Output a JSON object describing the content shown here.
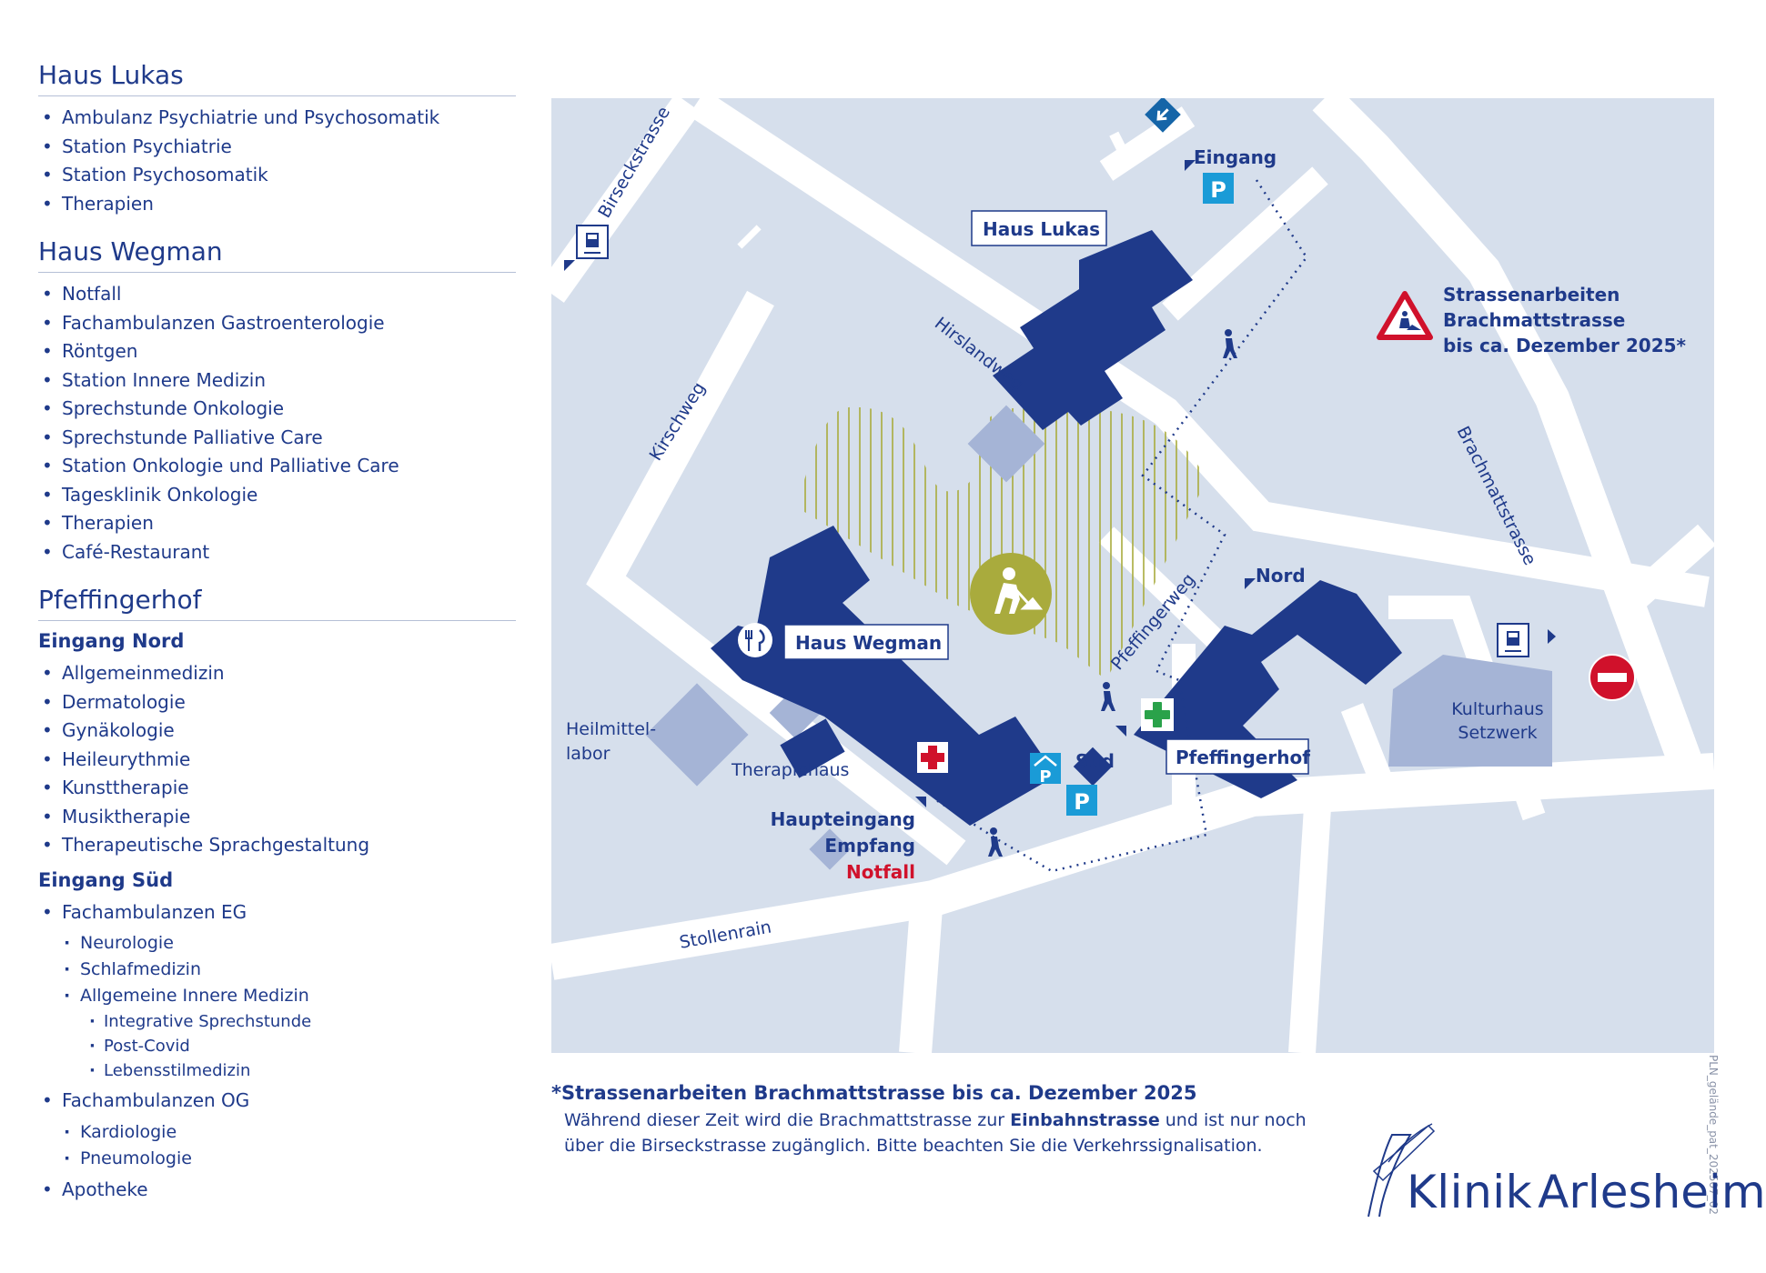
{
  "legend": {
    "haus_lukas": {
      "title": "Haus Lukas",
      "items": [
        "Ambulanz Psychiatrie und Psychosomatik",
        "Station Psychiatrie",
        "Station Psychosomatik",
        "Therapien"
      ]
    },
    "haus_wegman": {
      "title": "Haus Wegman",
      "items": [
        "Notfall",
        "Fachambulanzen Gastroenterologie",
        "Röntgen",
        "Station Innere Medizin",
        "Sprechstunde Onkologie",
        "Sprechstunde Palliative Care",
        "Station Onkologie und Palliative Care",
        "Tagesklinik Onkologie",
        "Therapien",
        "Café-Restaurant"
      ]
    },
    "pfeffingerhof": {
      "title": "Pfeffingerhof",
      "nord_heading": "Eingang Nord",
      "nord_items": [
        "Allgemeinmedizin",
        "Dermatologie",
        "Gynäkologie",
        "Heileurythmie",
        "Kunsttherapie",
        "Musiktherapie",
        "Therapeutische Sprachgestaltung"
      ],
      "sued_heading": "Eingang Süd",
      "eg_label": "Fachambulanzen EG",
      "eg_items": [
        "Neurologie",
        "Schlafmedizin",
        "Allgemeine Innere Medizin"
      ],
      "eg_subitems": [
        "Integrative Sprechstunde",
        "Post-Covid",
        "Lebensstilmedizin"
      ],
      "og_label": "Fachambulanzen OG",
      "og_items": [
        "Kardiologie",
        "Pneumologie"
      ],
      "apotheke": "Apotheke"
    }
  },
  "map": {
    "streets": {
      "birseckstrasse": "Birseckstrasse",
      "hirslandweg": "Hirslandweg",
      "kirschweg": "Kirschweg",
      "pfeffingerweg": "Pfeffingerweg",
      "brachmattstrasse": "Brachmattstrasse",
      "stollenrain": "Stollenrain"
    },
    "buildings": {
      "haus_lukas": "Haus Lukas",
      "haus_wegman": "Haus Wegman",
      "pfeffingerhof": "Pfeffingerhof",
      "therapiehaus": "Therapiehaus",
      "heilmittel_1": "Heilmittel-",
      "heilmittel_2": "labor",
      "kulturhaus_1": "Kulturhaus",
      "kulturhaus_2": "Setzwerk"
    },
    "entrances": {
      "eingang": "Eingang",
      "nord": "Nord",
      "sued": "Süd",
      "haupteingang": "Haupteingang",
      "empfang": "Empfang",
      "notfall": "Notfall"
    },
    "roadworks": [
      "Strassenarbeiten",
      "Brachmattstrasse",
      "bis ca. Dezember 2025*"
    ],
    "parking_letter": "P",
    "colors": {
      "road": "#ffffff",
      "block": "#d6dfec",
      "building": "#1f3a8a",
      "secondary_building": "#a5b4d6",
      "construction": "#a9ab3d",
      "notfall": "#d0112b",
      "parking": "#1a9bd7",
      "pharmacy": "#2aa24a"
    }
  },
  "note": {
    "title": "*Strassenarbeiten Brachmattstrasse bis ca. Dezember 2025",
    "line1_a": "Während dieser Zeit wird die Brachmattstrasse zur ",
    "line1_b": "Einbahnstrasse",
    "line1_c": " und ist nur noch",
    "line2": "über die Birseckstrasse zugänglich. Bitte beachten Sie die Verkehrssignalisation."
  },
  "logo": {
    "klinik": "Klinik",
    "arlesheim": "Arlesheim"
  },
  "file_code": "PLN_gelände_pat_202507_02"
}
